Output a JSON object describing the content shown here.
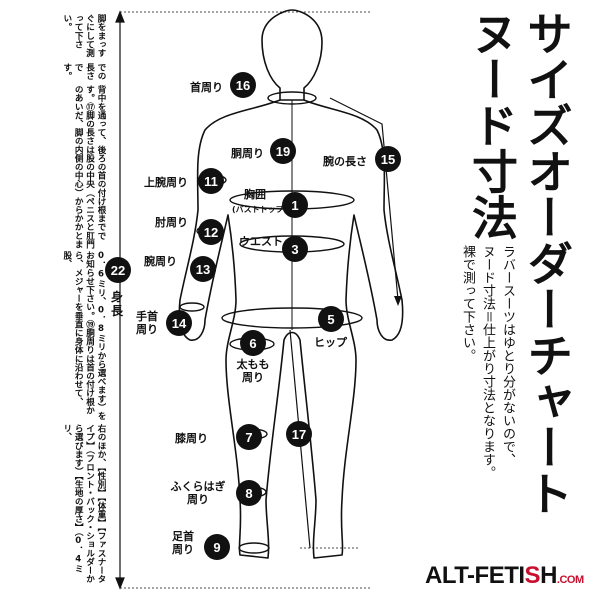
{
  "title": {
    "line1": "サイズオーダーチャート",
    "line2": "ヌード寸法"
  },
  "subtitle": [
    "ラバースーツはゆとり分がないので、",
    "ヌード寸法＝仕上がり寸法となります。",
    "裸で測って下さい。"
  ],
  "notes": [
    "右のほか、【性別】【体重】【ファスナータイプ】（フロント・バック・ショルダーから選びます）【生地の厚さ】（0．4ミリ、",
    "0．6ミリ、0．8ミリから選べます）をお知らせ下さい。⑲胴周りは首の付け根から、メジャーを垂直に身体に沿わせて、股、",
    "背中を通って、後ろの首の付け根までです。⑰脚の長さは股の中央（ペニスと肛門のあいだ、脚の内側の中心）からかかとま",
    "での長さです。",
    "脚をまっすぐにして測って下さい。"
  ],
  "measurements": [
    {
      "num": "16",
      "label": "首周り"
    },
    {
      "num": "19",
      "label": "胴周り"
    },
    {
      "num": "15",
      "label": "腕の長さ"
    },
    {
      "num": "11",
      "label": "上腕周り"
    },
    {
      "num": "1",
      "label": "胸囲",
      "sub": "(バストトップ)"
    },
    {
      "num": "12",
      "label": "肘周り"
    },
    {
      "num": "3",
      "label": "ウエスト"
    },
    {
      "num": "13",
      "label": "腕周り"
    },
    {
      "num": "22",
      "label": "身　長"
    },
    {
      "num": "14",
      "label": "手首周り"
    },
    {
      "num": "5",
      "label": "ヒップ"
    },
    {
      "num": "6",
      "label": "太もも周り"
    },
    {
      "num": "7",
      "label": "膝周り"
    },
    {
      "num": "17",
      "label": ""
    },
    {
      "num": "8",
      "label": "ふくらはぎ周り"
    },
    {
      "num": "9",
      "label": "足首周り"
    }
  ],
  "logo": {
    "text": "ALT-FETI",
    "mid": "S",
    "end": "H",
    "domain": ".COM"
  }
}
